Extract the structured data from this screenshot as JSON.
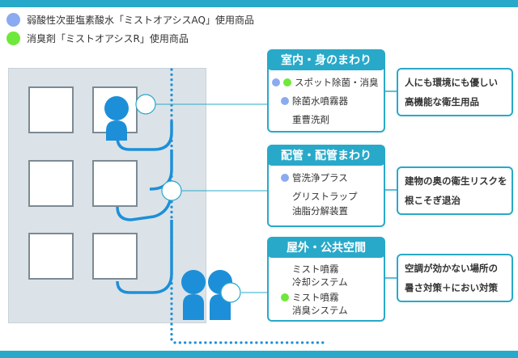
{
  "colors": {
    "accent": "#29a9c9",
    "person": "#1d8fd8",
    "legend_blue": "#8aabf0",
    "legend_green": "#6ee83a",
    "building": "#dbe3e8"
  },
  "legend": [
    {
      "label": "弱酸性次亜塩素酸水「ミストオアシスAQ」使用商品",
      "color": "#8aabf0"
    },
    {
      "label": "消臭剤「ミストオアシスR」使用商品",
      "color": "#6ee83a"
    }
  ],
  "sections": [
    {
      "title": "室内・身のまわり",
      "items": [
        {
          "label": "スポット除菌・消臭",
          "markers": [
            "blue",
            "green"
          ]
        },
        {
          "label": "除菌水噴霧器",
          "markers": [
            "blue"
          ]
        },
        {
          "label": "重曹洗剤",
          "markers": []
        }
      ],
      "callout": [
        "人にも環境にも優しい",
        "高機能な衛生用品"
      ]
    },
    {
      "title": "配管・配管まわり",
      "items": [
        {
          "label": "管洗浄プラス",
          "markers": [
            "blue"
          ]
        },
        {
          "label": "グリストラップ",
          "markers": []
        },
        {
          "label": "油脂分解装置",
          "markers": []
        }
      ],
      "callout": [
        "建物の奥の衛生リスクを",
        "根こそぎ退治"
      ]
    },
    {
      "title": "屋外・公共空間",
      "items": [
        {
          "label": "ミスト噴霧",
          "markers": []
        },
        {
          "label": "冷却システム",
          "markers": []
        },
        {
          "label": "ミスト噴霧",
          "markers": [
            "green"
          ]
        },
        {
          "label": "消臭システム",
          "markers": []
        }
      ],
      "callout": [
        "空調が効かない場所の",
        "暑さ対策＋におい対策"
      ]
    }
  ]
}
